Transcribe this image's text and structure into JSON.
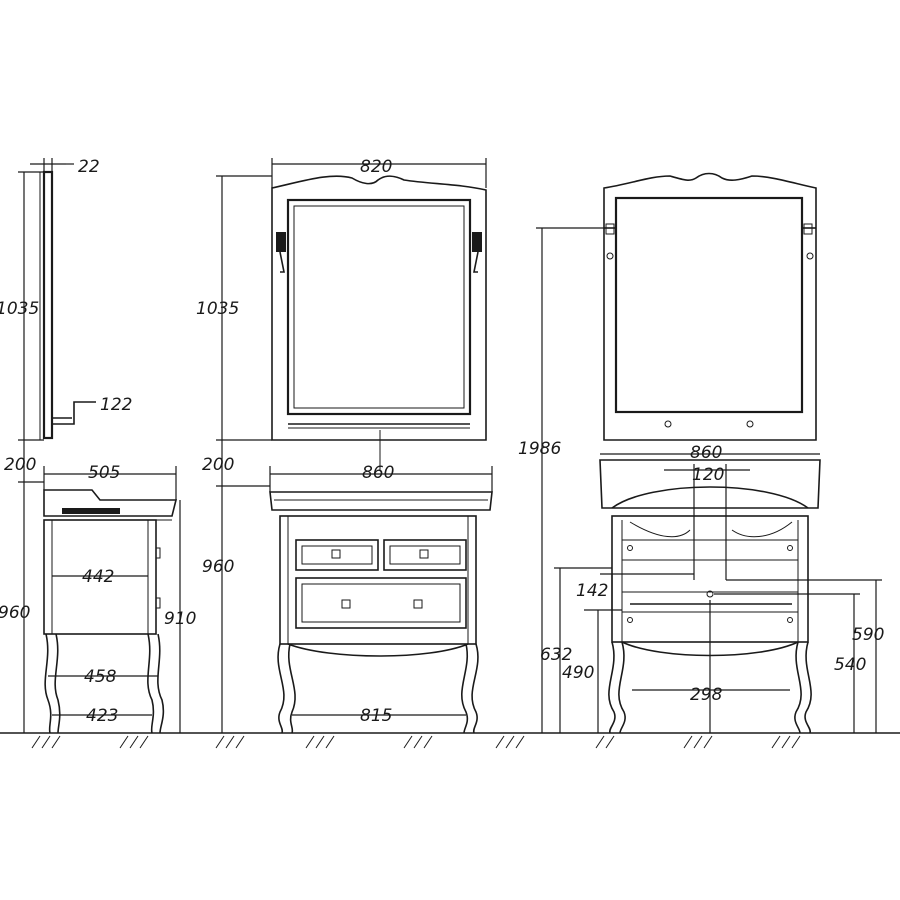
{
  "dimensions": {
    "side_mirror_depth": "22",
    "side_mirror_height": "1035",
    "side_shelf_depth": "122",
    "side_gap": "200",
    "side_top_depth": "505",
    "side_total_height": "960",
    "side_inner_width": "442",
    "side_cabinet_height": "910",
    "side_leg_width": "458",
    "side_base_width": "423",
    "front_mirror_width": "820",
    "front_mirror_height": "1035",
    "front_gap": "200",
    "front_top_width": "860",
    "front_total_height": "960",
    "front_base_width": "815",
    "back_total_height": "1986",
    "back_top_width": "860",
    "back_hole_spacing": "120",
    "back_height_142": "142",
    "back_height_632": "632",
    "back_height_490": "490",
    "back_height_590": "590",
    "back_height_540": "540",
    "back_leg_spacing": "298"
  }
}
